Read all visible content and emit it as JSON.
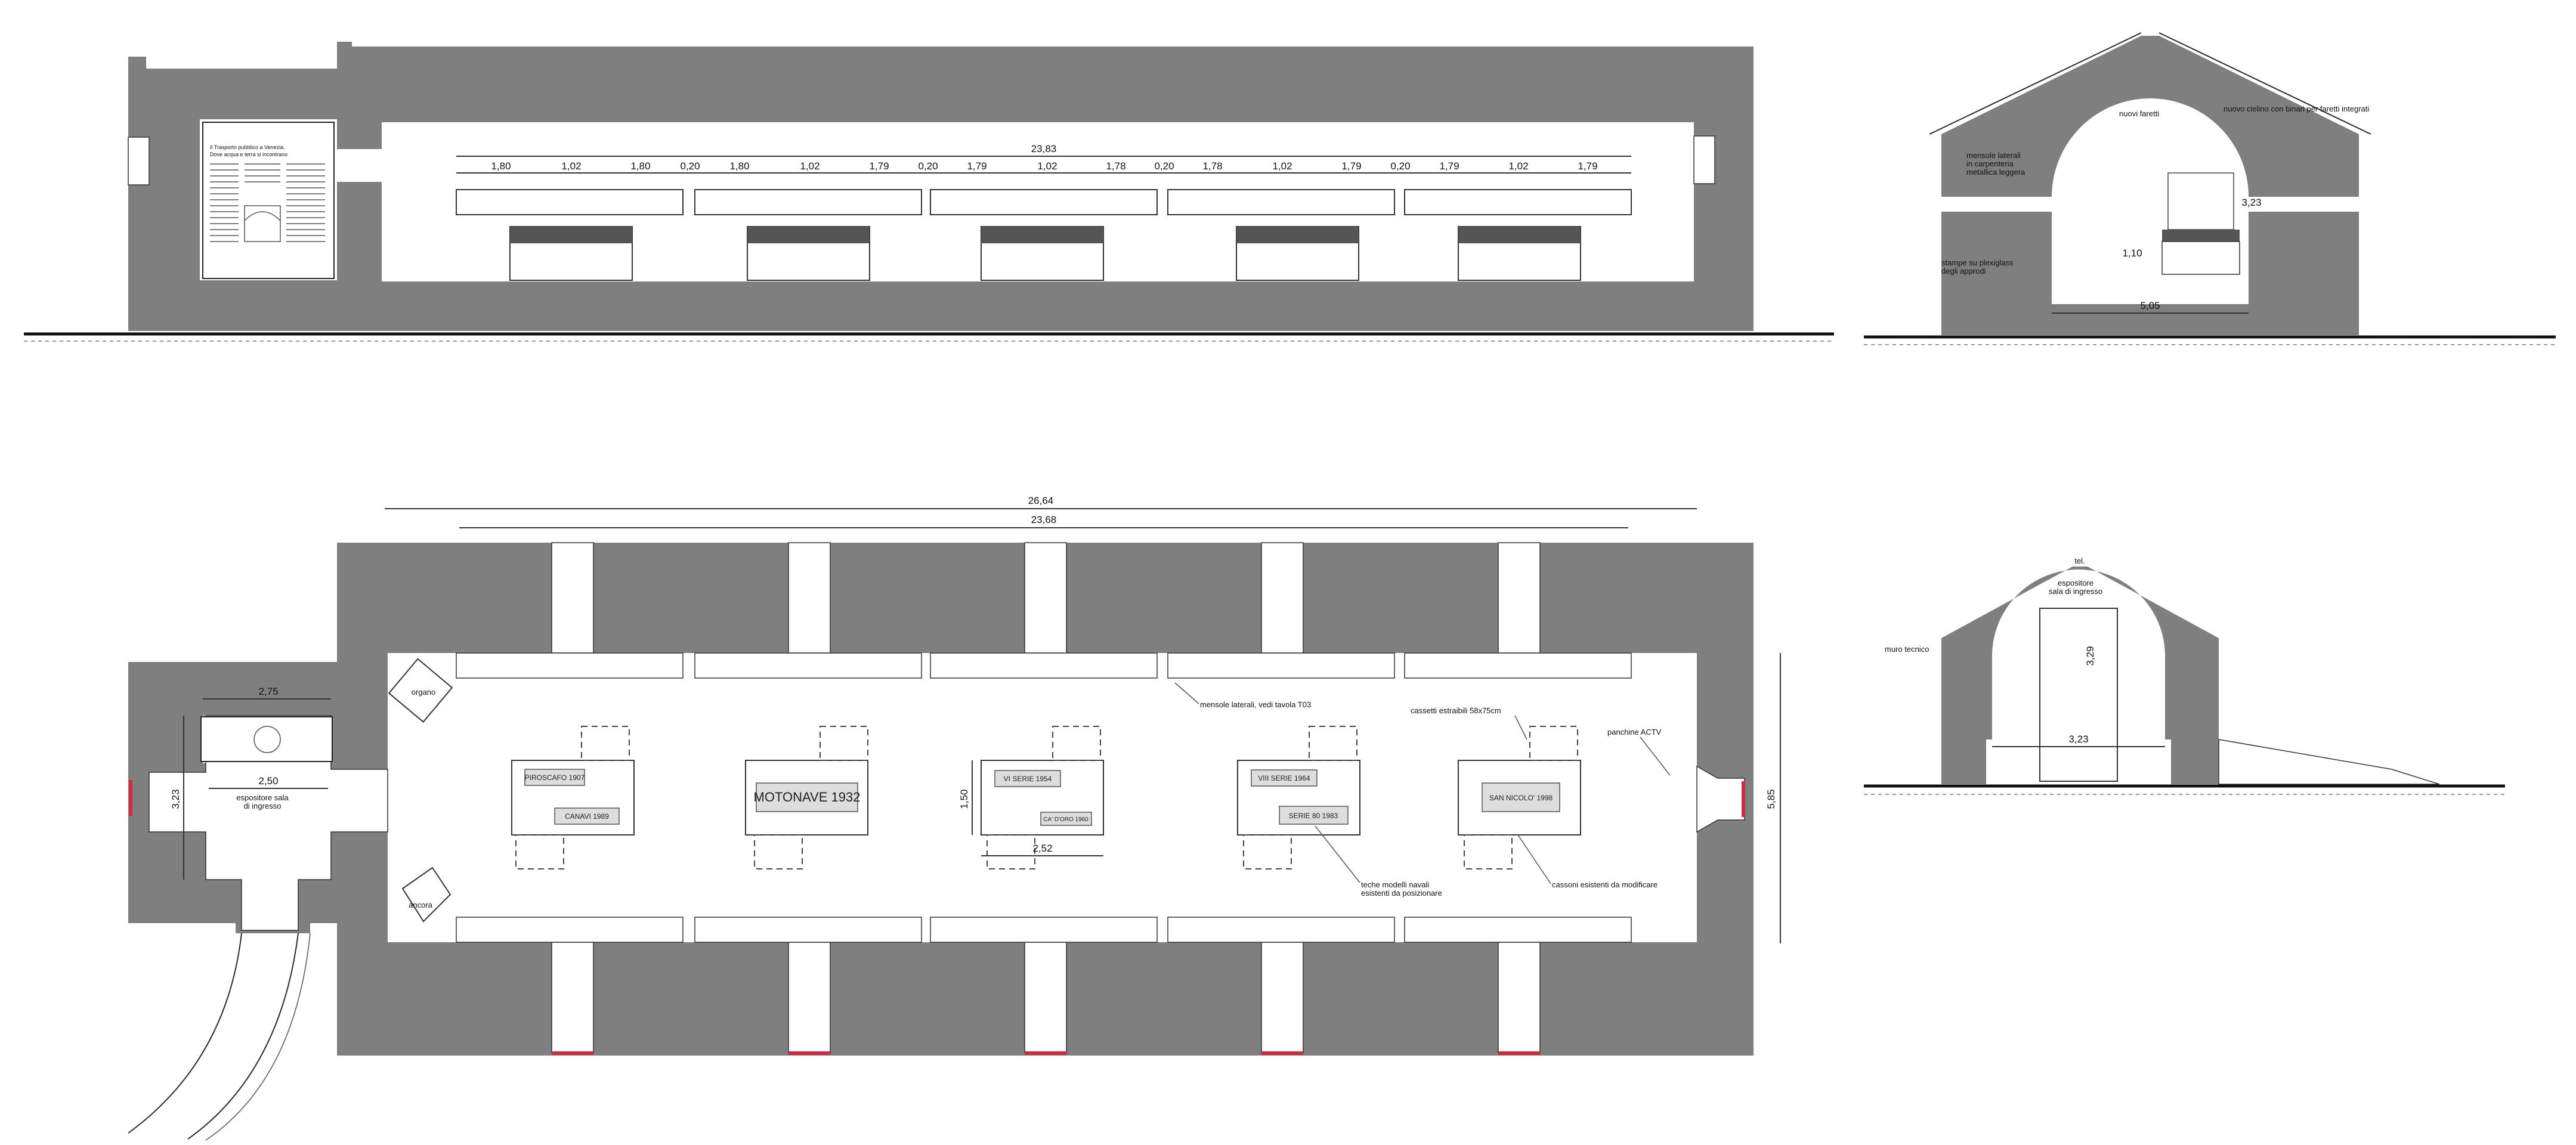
{
  "colors": {
    "wall": "#7f7f7f",
    "red_accent": "#d7263d",
    "line": "#2a2a2a"
  },
  "section_long": {
    "total": "23,83",
    "segments": [
      "1,80",
      "1,02",
      "1,80",
      "0,20",
      "1,80",
      "1,02",
      "1,79",
      "0,20",
      "1,79",
      "1,02",
      "1,78",
      "0,20",
      "1,78",
      "1,02",
      "1,79",
      "0,20",
      "1,79",
      "1,02",
      "1,79"
    ],
    "panel_lines": [
      "Il Trasporto pubblico a Venezia.",
      "Dove acqua e terra si incontrano"
    ]
  },
  "section_cross": {
    "labels": [
      "nuovi faretti",
      "nuovo cielino con binari per faretti integrati",
      "mensole laterali",
      "in carpenteria",
      "metallica leggera",
      "stampe su plexiglass",
      "degli approdi"
    ],
    "dims": [
      "3,23",
      "1,10",
      "5,05"
    ]
  },
  "plan": {
    "dim_total": "26,64",
    "dim_inner": "23,68",
    "dim_depth": "5,85",
    "entry_width": "2,75",
    "entry_inner": "2,50",
    "entry_depth": "3,23",
    "case_depth": "1,50",
    "case_width": "2,52",
    "boat_labels": [
      "PIROSCAFO 1907",
      "CANAVI 1989",
      "MOTONAVE 1932",
      "VI SERIE 1954",
      "CA' D'ORO 1960",
      "VIII SERIE 1964",
      "SERIE 80 1983",
      "SAN NICOLO' 1998"
    ],
    "labels": {
      "organo": "organo",
      "ancora": "ancora",
      "espositore": [
        "espositore sala",
        "di ingresso"
      ],
      "mensole": "mensole laterali, vedi tavola T03",
      "cassetti": "cassetti estraibili 58x75cm",
      "teche": [
        "teche modelli navali",
        "esistenti da posizionare"
      ],
      "cassoni": "cassoni esistenti da modificare",
      "panchine": "panchine ACTV"
    }
  },
  "section_small": {
    "labels": [
      "tel.",
      "espositore",
      "sala di ingresso",
      "muro tecnico"
    ],
    "dims": [
      "3,29",
      "3,23"
    ]
  }
}
